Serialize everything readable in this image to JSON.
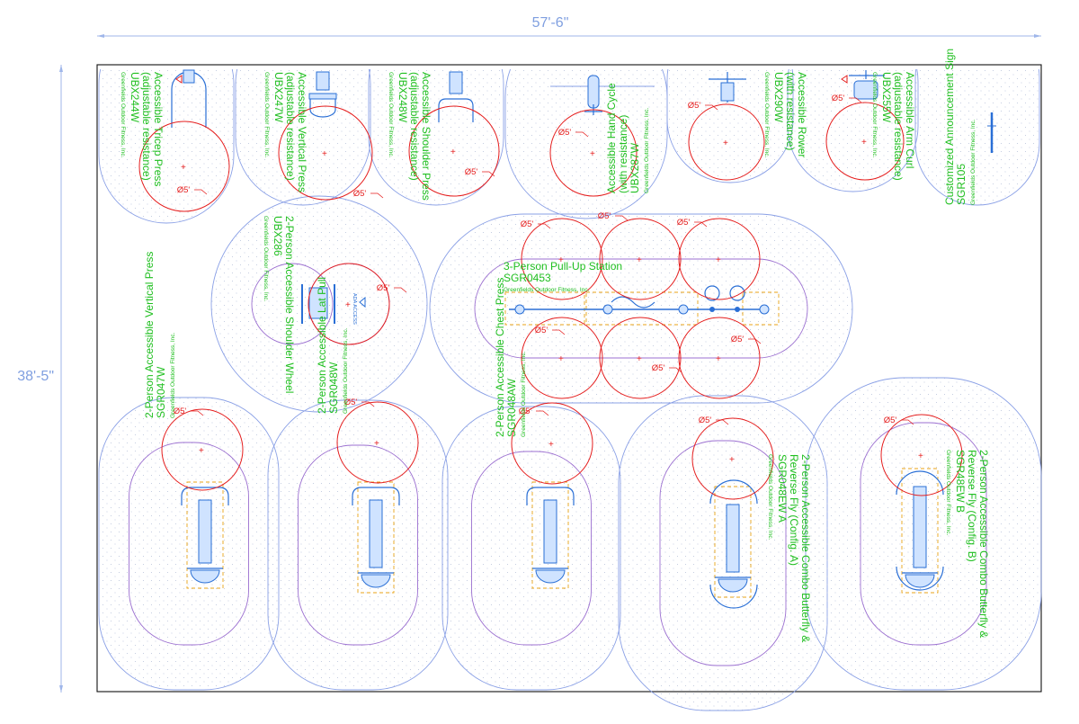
{
  "dimensions": {
    "width": "57'-6\"",
    "height": "38'-5\""
  },
  "circle_label": "Ø5'",
  "equipment": [
    {
      "name": "Accessible Tricep Press",
      "detail": "(adjustable resistance)",
      "model": "UBX244W",
      "maker": "Greenfields Outdoor Fitness, Inc."
    },
    {
      "name": "Accessible Vertical Press",
      "detail": "(adjustable resistance)",
      "model": "UBX247W",
      "maker": "Greenfields Outdoor Fitness, Inc."
    },
    {
      "name": "Accessible Shoulder Press",
      "detail": "(adjustable resistance)",
      "model": "UBX248W",
      "maker": "Greenfields Outdoor Fitness, Inc."
    },
    {
      "name": "Accessible Hand Cycle",
      "detail": "(with resistance)",
      "model": "UBX287W",
      "maker": "Greenfields Outdoor Fitness, Inc."
    },
    {
      "name": "Accessible Rower",
      "detail": "(with resistance)",
      "model": "UBX290W",
      "maker": "Greenfields Outdoor Fitness, Inc."
    },
    {
      "name": "Accessible Arm Curl",
      "detail": "(adjustable resistance)",
      "model": "UBX255W",
      "maker": "Greenfields Outdoor Fitness, Inc."
    },
    {
      "name": "Customized Announcement Sign",
      "model": "SGR105",
      "maker": "Greenfields Outdoor Fitness, Inc."
    },
    {
      "name": "2-Person Accessible Shoulder Wheel",
      "model": "UBX286",
      "maker": "Greenfields Outdoor Fitness, Inc."
    },
    {
      "name": "3-Person Pull-Up Station",
      "model": "SGR0453",
      "maker": "Greenfields Outdoor Fitness, Inc."
    },
    {
      "name": "2-Person Accessible Vertical Press",
      "model": "SGR047W",
      "maker": "Greenfields Outdoor Fitness, Inc."
    },
    {
      "name": "2-Person Accessible Lat Pull",
      "model": "SGR048W",
      "maker": "Greenfields Outdoor Fitness, Inc."
    },
    {
      "name": "2-Person Accessible Chest Press",
      "model": "SGR048AW",
      "maker": "Greenfields Outdoor Fitness, Inc."
    },
    {
      "name": "2-Person Accessible Combo Butterfly &",
      "detail": "Reverse Fly (Config. A)",
      "model": "SGR048EW A",
      "maker": "Greenfields Outdoor Fitness, Inc."
    },
    {
      "name": "2-Person Accessible Combo Butterfly &",
      "detail": "Reverse Fly (Config. B)",
      "model": "SGR48EW B",
      "maker": "Greenfields Outdoor Fitness, Inc."
    }
  ],
  "ada_access": "ADA ACCESS"
}
